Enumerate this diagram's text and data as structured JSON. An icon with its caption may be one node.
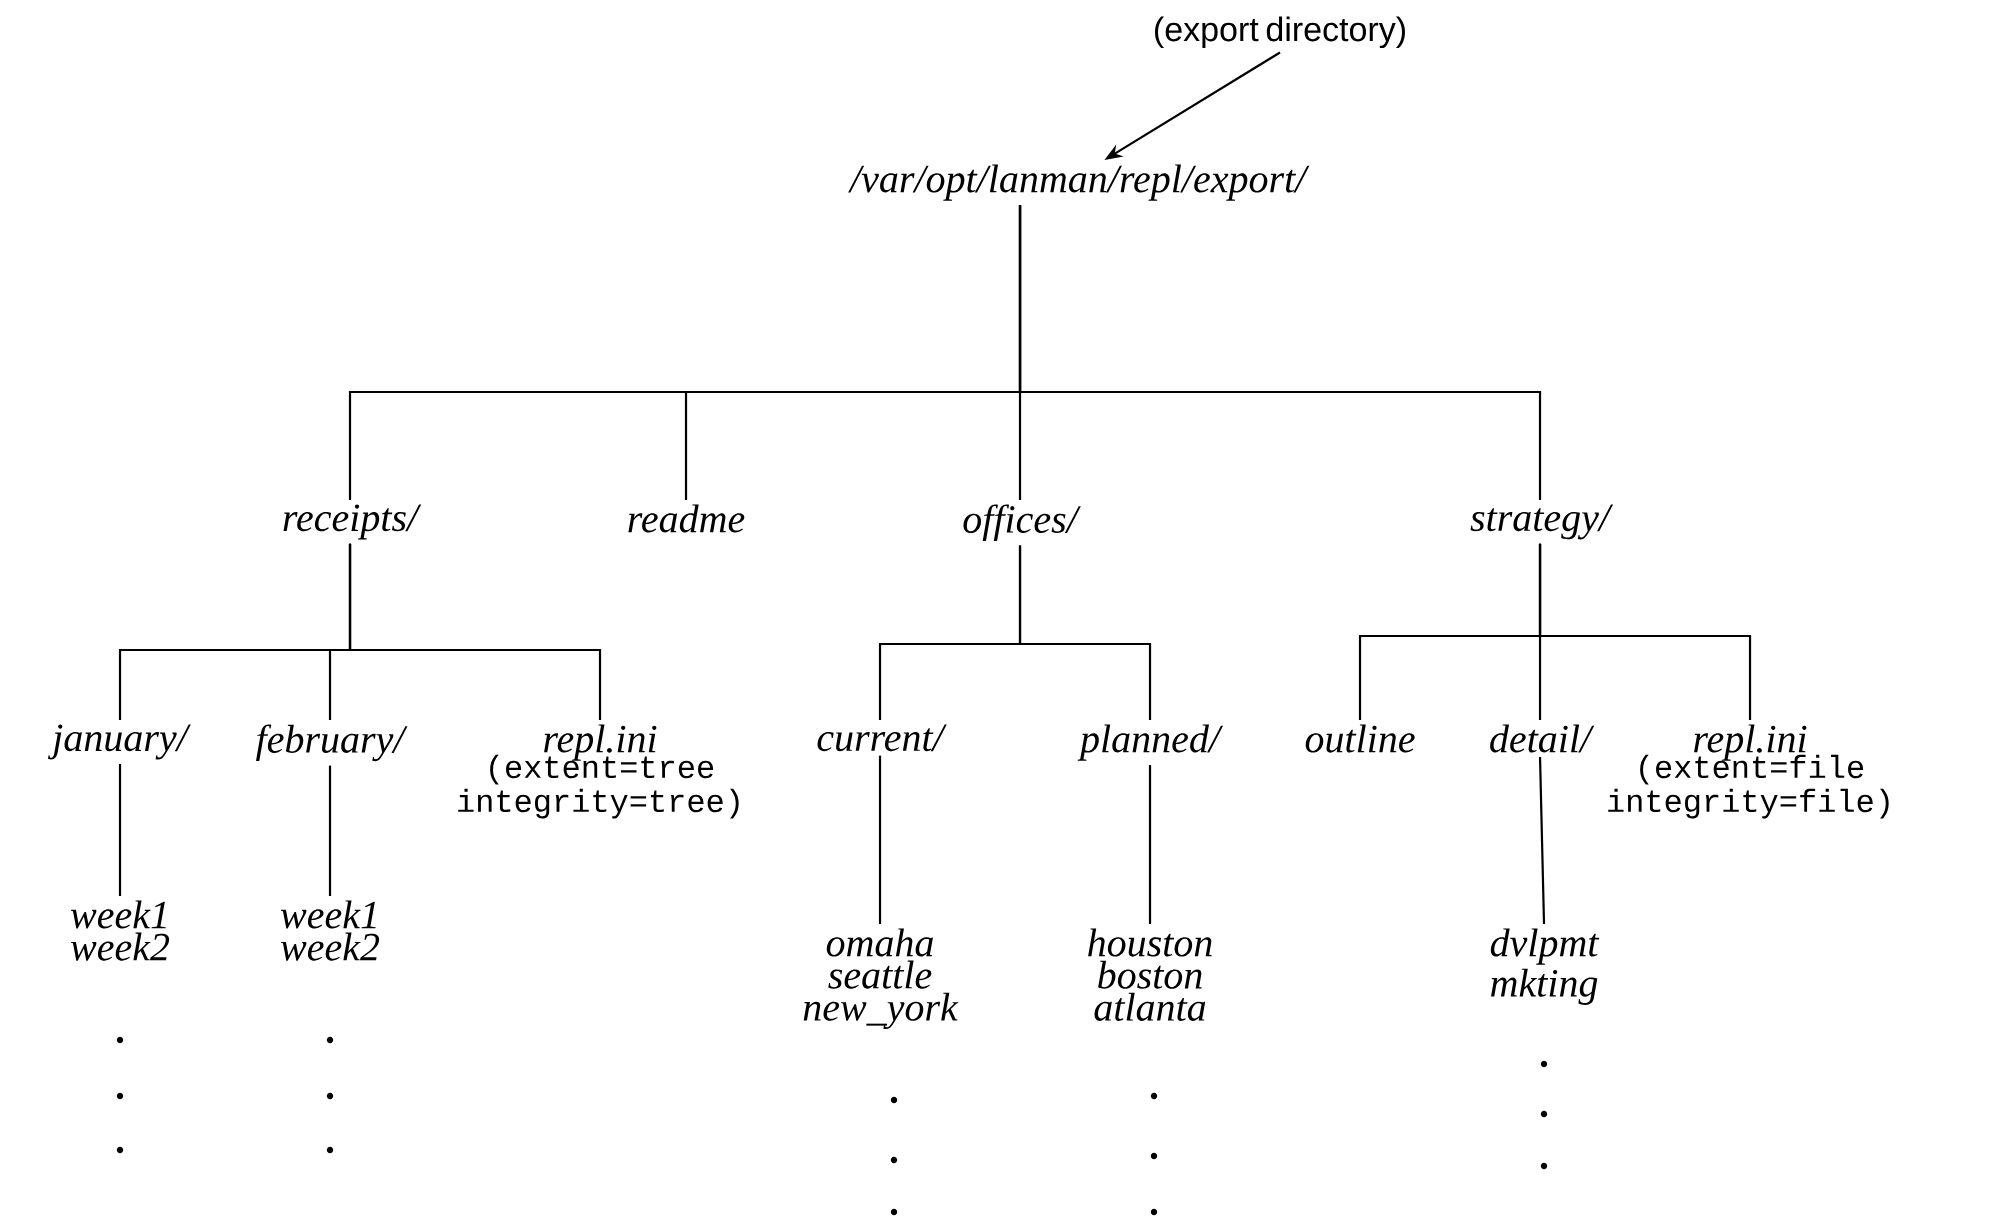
{
  "diagram": {
    "nodes": [
      {
        "text": [
          "(export directory)"
        ]
      },
      {
        "text": [
          "/var/opt/lanman/repl/export/"
        ]
      },
      {
        "text": [
          "receipts/"
        ]
      },
      {
        "text": [
          "readme"
        ]
      },
      {
        "text": [
          "offices/"
        ]
      },
      {
        "text": [
          "strategy/"
        ]
      },
      {
        "text": [
          "january/"
        ]
      },
      {
        "text": [
          "february/"
        ]
      },
      {
        "text": [
          "repl.ini",
          "(extent=tree integrity=tree)"
        ]
      },
      {
        "text": [
          "current/"
        ]
      },
      {
        "text": [
          "planned/"
        ]
      },
      {
        "text": [
          "outline"
        ]
      },
      {
        "text": [
          "detail/"
        ]
      },
      {
        "text": [
          "repl.ini",
          "(extent=file integrity=file)"
        ]
      },
      {
        "text": [
          "week1",
          "week2"
        ]
      },
      {
        "text": [
          "week1",
          "week2"
        ]
      },
      {
        "text": [
          "omaha",
          "seattle",
          "new_york"
        ]
      },
      {
        "text": [
          "houston",
          "boston",
          "atlanta"
        ]
      },
      {
        "text": [
          "dvlpmt",
          "mkting"
        ]
      }
    ],
    "edges": [
      {
        "from": 0,
        "to": 1,
        "arrow": "to"
      },
      {
        "from": 1,
        "to": 2,
        "arrow": "none"
      },
      {
        "from": 1,
        "to": 3,
        "arrow": "none"
      },
      {
        "from": 1,
        "to": 4,
        "arrow": "none"
      },
      {
        "from": 1,
        "to": 5,
        "arrow": "none"
      },
      {
        "from": 2,
        "to": 6,
        "arrow": "none"
      },
      {
        "from": 2,
        "to": 7,
        "arrow": "none"
      },
      {
        "from": 2,
        "to": 8,
        "arrow": "none"
      },
      {
        "from": 4,
        "to": 9,
        "arrow": "none"
      },
      {
        "from": 4,
        "to": 10,
        "arrow": "none"
      },
      {
        "from": 5,
        "to": 11,
        "arrow": "none"
      },
      {
        "from": 5,
        "to": 12,
        "arrow": "none"
      },
      {
        "from": 5,
        "to": 13,
        "arrow": "none"
      },
      {
        "from": 6,
        "to": 14,
        "arrow": "none"
      },
      {
        "from": 7,
        "to": 15,
        "arrow": "none"
      },
      {
        "from": 9,
        "to": 16,
        "arrow": "none"
      },
      {
        "from": 10,
        "to": 17,
        "arrow": "none"
      },
      {
        "from": 12,
        "to": 18,
        "arrow": "none"
      }
    ]
  }
}
